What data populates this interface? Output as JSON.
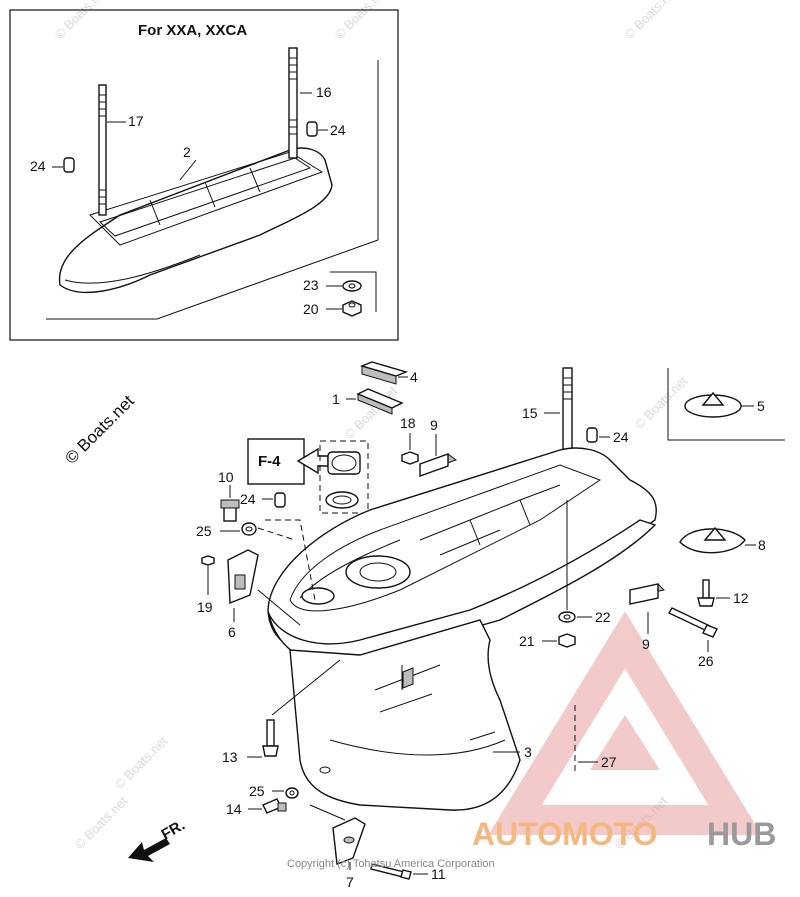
{
  "inset": {
    "title": "For XXA, XXCA"
  },
  "callouts": {
    "c1": "1",
    "c2": "2",
    "c3": "3",
    "c4": "4",
    "c5": "5",
    "c6": "6",
    "c7": "7",
    "c8": "8",
    "c9a": "9",
    "c9b": "9",
    "c10": "10",
    "c11": "11",
    "c12": "12",
    "c13": "13",
    "c14": "14",
    "c15": "15",
    "c16": "16",
    "c17": "17",
    "c18": "18",
    "c19": "19",
    "c20": "20",
    "c21": "21",
    "c22": "22",
    "c23": "23",
    "c24a": "24",
    "c24b": "24",
    "c24c": "24",
    "c24d": "24",
    "c25a": "25",
    "c25b": "25",
    "c26": "26",
    "c27": "27"
  },
  "reference_box": {
    "label": "F-4"
  },
  "direction": {
    "label": "FR."
  },
  "watermark": {
    "site": "© Boats.net",
    "repeat": "© Boats.net"
  },
  "copyright": "Copyright (c) Tohatsu America Corporation",
  "brand": {
    "part1": "AUTOMOTO",
    "part2": "HUB"
  },
  "colors": {
    "logo": "#e8a0a0",
    "brand_orange": "#f4b77f",
    "brand_gray": "#9a9a9a"
  }
}
